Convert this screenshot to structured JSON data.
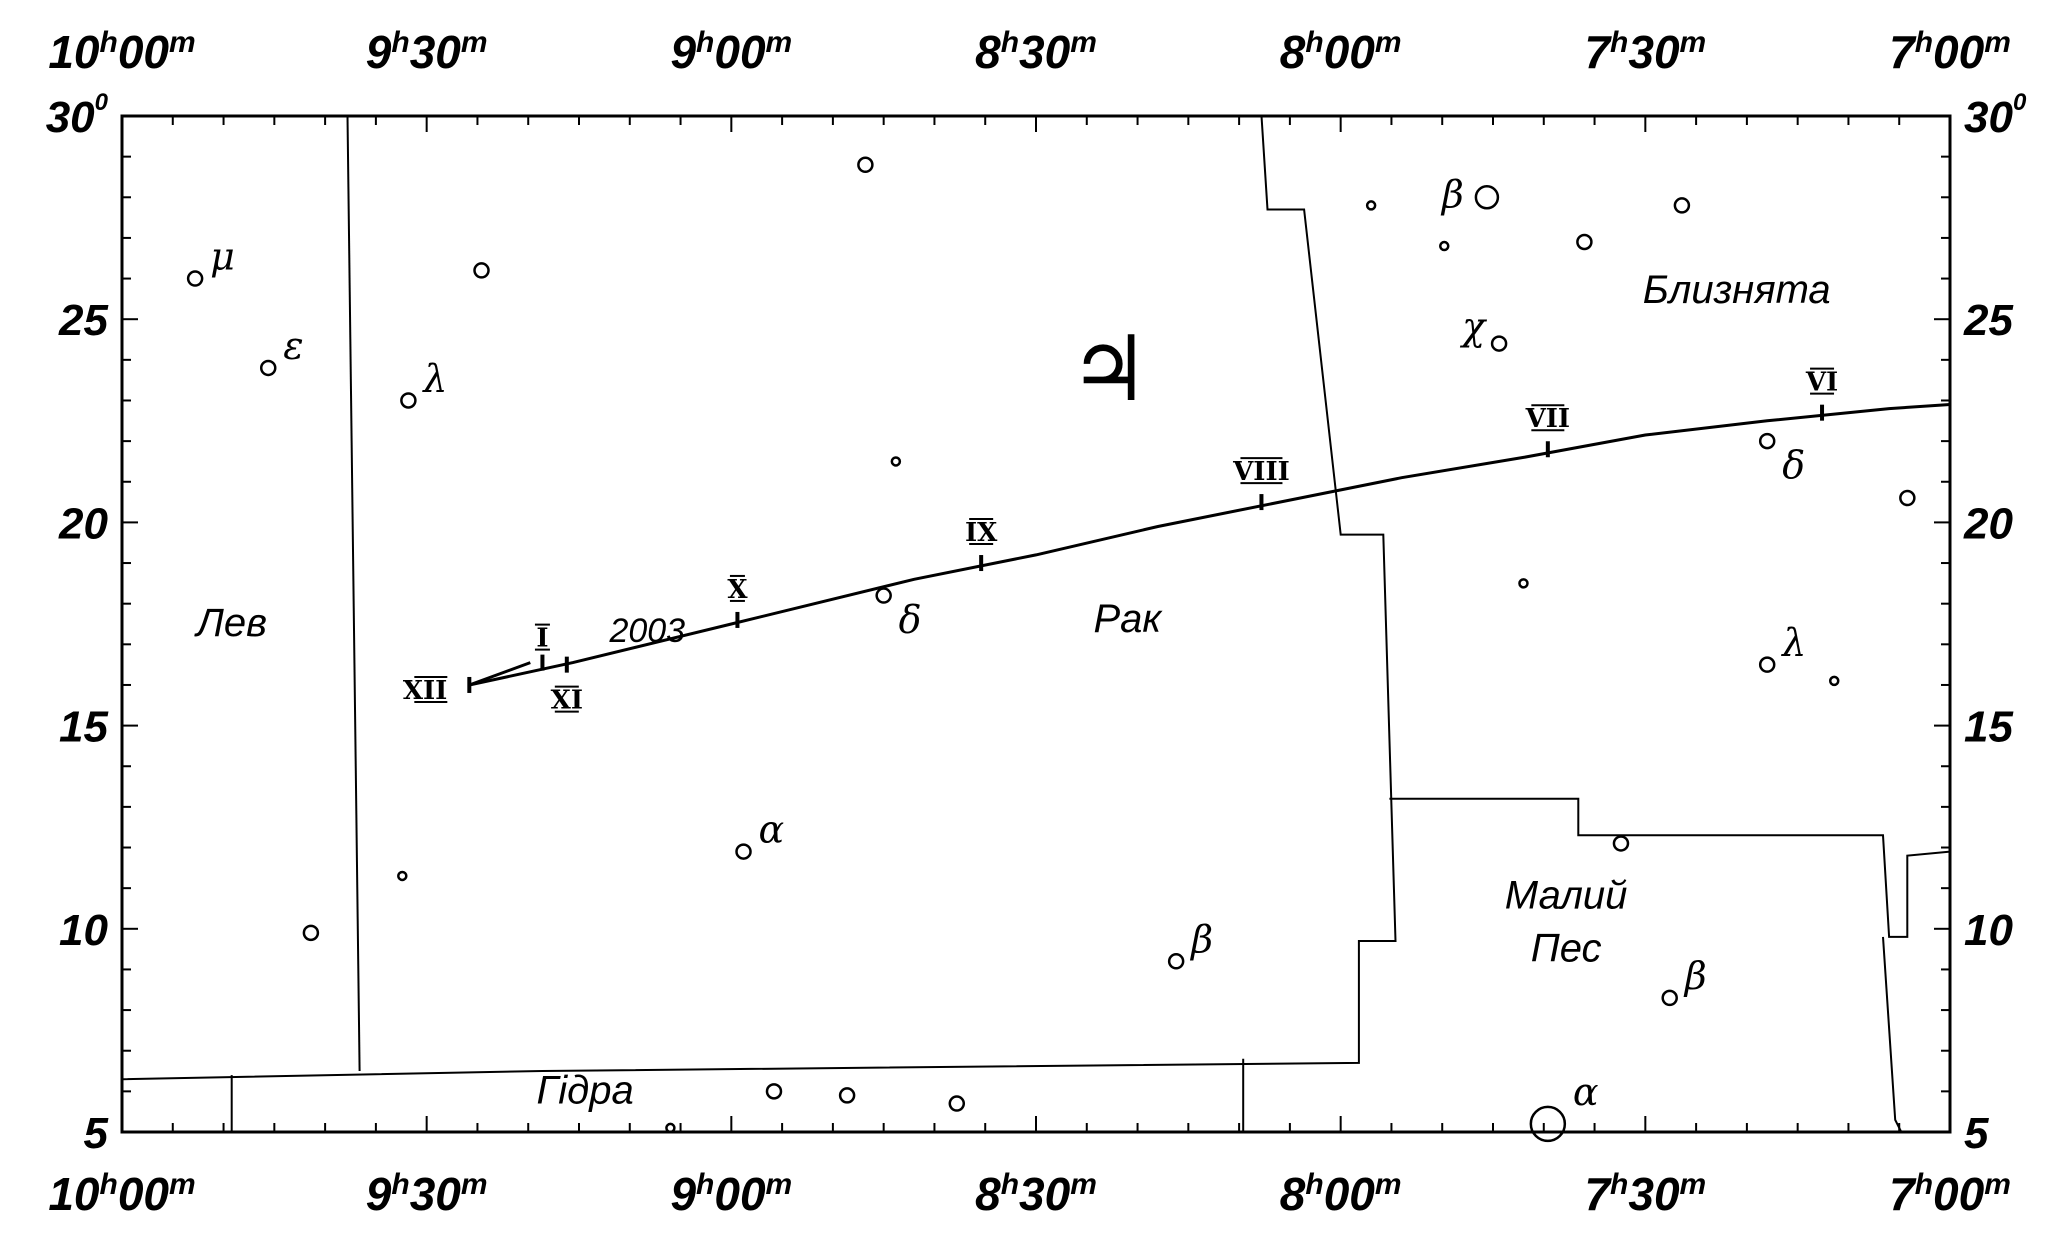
{
  "chart_data": {
    "type": "star-chart",
    "ra_labels": [
      {
        "ra": 10.0,
        "h": "10",
        "m": "00"
      },
      {
        "ra": 9.5,
        "h": "9",
        "m": "30"
      },
      {
        "ra": 9.0,
        "h": "9",
        "m": "00"
      },
      {
        "ra": 8.5,
        "h": "8",
        "m": "30"
      },
      {
        "ra": 8.0,
        "h": "8",
        "m": "00"
      },
      {
        "ra": 7.5,
        "h": "7",
        "m": "30"
      },
      {
        "ra": 7.0,
        "h": "7",
        "m": "00"
      }
    ],
    "dec_labels": [
      {
        "dec": 30,
        "text": "30",
        "degree": true
      },
      {
        "dec": 25,
        "text": "25"
      },
      {
        "dec": 20,
        "text": "20"
      },
      {
        "dec": 15,
        "text": "15"
      },
      {
        "dec": 10,
        "text": "10"
      },
      {
        "dec": 5,
        "text": "5"
      }
    ],
    "ra_range": [
      10.0,
      7.0
    ],
    "dec_range": [
      5,
      30
    ],
    "constellations": [
      {
        "name": "Лев",
        "ra": 9.82,
        "dec": 17.2
      },
      {
        "name": "Рак",
        "ra": 8.35,
        "dec": 17.3
      },
      {
        "name": "Близнята",
        "ra": 7.35,
        "dec": 25.4
      },
      {
        "name": "Малий",
        "ra": 7.63,
        "dec": 10.5
      },
      {
        "name": "Пес",
        "ra": 7.63,
        "dec": 9.2
      },
      {
        "name": "Гідра",
        "ra": 9.24,
        "dec": 5.7
      }
    ],
    "stars": [
      {
        "ra": 9.88,
        "dec": 26.0,
        "size": 2,
        "label": "μ"
      },
      {
        "ra": 9.76,
        "dec": 23.8,
        "size": 2,
        "label": "ε"
      },
      {
        "ra": 9.53,
        "dec": 23.0,
        "size": 2,
        "label": "λ"
      },
      {
        "ra": 9.41,
        "dec": 26.2,
        "size": 2
      },
      {
        "ra": 9.69,
        "dec": 9.9,
        "size": 2
      },
      {
        "ra": 9.54,
        "dec": 11.3,
        "size": 1
      },
      {
        "ra": 8.78,
        "dec": 28.8,
        "size": 2
      },
      {
        "ra": 8.73,
        "dec": 21.5,
        "size": 1
      },
      {
        "ra": 8.75,
        "dec": 18.2,
        "size": 2,
        "label": "δ"
      },
      {
        "ra": 8.98,
        "dec": 11.9,
        "size": 2,
        "label": "α"
      },
      {
        "ra": 8.27,
        "dec": 9.2,
        "size": 2,
        "label": "β"
      },
      {
        "ra": 8.93,
        "dec": 6.0,
        "size": 2
      },
      {
        "ra": 8.81,
        "dec": 5.9,
        "size": 2
      },
      {
        "ra": 8.63,
        "dec": 5.7,
        "size": 2
      },
      {
        "ra": 9.1,
        "dec": 5.1,
        "size": 1
      },
      {
        "ra": 7.95,
        "dec": 27.8,
        "size": 1
      },
      {
        "ra": 7.83,
        "dec": 26.8,
        "size": 1
      },
      {
        "ra": 7.76,
        "dec": 28.0,
        "size": 4,
        "label": "β"
      },
      {
        "ra": 7.6,
        "dec": 26.9,
        "size": 2
      },
      {
        "ra": 7.44,
        "dec": 27.8,
        "size": 2
      },
      {
        "ra": 7.74,
        "dec": 24.4,
        "size": 2,
        "label": "χ"
      },
      {
        "ra": 7.7,
        "dec": 18.5,
        "size": 1
      },
      {
        "ra": 7.3,
        "dec": 22.0,
        "size": 2,
        "label": "δ"
      },
      {
        "ra": 7.07,
        "dec": 20.6,
        "size": 2
      },
      {
        "ra": 7.3,
        "dec": 16.5,
        "size": 2,
        "label": "λ"
      },
      {
        "ra": 7.19,
        "dec": 16.1,
        "size": 1
      },
      {
        "ra": 7.54,
        "dec": 12.1,
        "size": 2
      },
      {
        "ra": 7.46,
        "dec": 8.3,
        "size": 2,
        "label": "β"
      },
      {
        "ra": 7.66,
        "dec": 5.2,
        "size": 6,
        "label": "α"
      }
    ],
    "planet": {
      "symbol": "♃",
      "ra": 8.38,
      "dec": 23.5
    },
    "path": [
      {
        "ra": 9.43,
        "dec": 16.0
      },
      {
        "ra": 9.26,
        "dec": 16.55
      },
      {
        "ra": 9.0,
        "dec": 17.5
      },
      {
        "ra": 8.7,
        "dec": 18.6
      },
      {
        "ra": 8.5,
        "dec": 19.2
      },
      {
        "ra": 8.3,
        "dec": 19.9
      },
      {
        "ra": 8.1,
        "dec": 20.5
      },
      {
        "ra": 7.9,
        "dec": 21.1
      },
      {
        "ra": 7.7,
        "dec": 21.6
      },
      {
        "ra": 7.5,
        "dec": 22.15
      },
      {
        "ra": 7.3,
        "dec": 22.5
      },
      {
        "ra": 7.1,
        "dec": 22.8
      },
      {
        "ra": 7.0,
        "dec": 22.9
      }
    ],
    "path_start_loop": [
      {
        "ra": 9.43,
        "dec": 16.0
      },
      {
        "ra": 9.33,
        "dec": 16.55
      }
    ],
    "path_marks": [
      {
        "ra": 7.21,
        "dec": 22.7,
        "label": "VI"
      },
      {
        "ra": 7.66,
        "dec": 21.8,
        "label": "VII"
      },
      {
        "ra": 8.13,
        "dec": 20.5,
        "label": "VIII"
      },
      {
        "ra": 8.59,
        "dec": 19.0,
        "label": "IX"
      },
      {
        "ra": 8.99,
        "dec": 17.6,
        "label": "X"
      },
      {
        "ra": 9.27,
        "dec": 16.5,
        "label": "XI",
        "below": true
      },
      {
        "ra": 9.43,
        "dec": 16.0,
        "label": "XII",
        "left": true
      },
      {
        "ra": 9.31,
        "dec": 16.55,
        "label": "I",
        "above": true
      }
    ],
    "year_label": {
      "text": "2003",
      "ra": 9.2,
      "dec": 17.3
    },
    "boundaries": [
      [
        {
          "ra": 9.63,
          "dec": 30
        },
        {
          "ra": 9.61,
          "dec": 6.5
        }
      ],
      [
        {
          "ra": 8.13,
          "dec": 30
        },
        {
          "ra": 8.12,
          "dec": 27.7
        },
        {
          "ra": 8.06,
          "dec": 27.7
        },
        {
          "ra": 8.0,
          "dec": 19.7
        },
        {
          "ra": 7.93,
          "dec": 19.7
        },
        {
          "ra": 7.91,
          "dec": 9.7
        },
        {
          "ra": 7.97,
          "dec": 9.7
        },
        {
          "ra": 7.97,
          "dec": 6.7
        },
        {
          "ra": 9.31,
          "dec": 6.5
        },
        {
          "ra": 10.0,
          "dec": 6.3
        }
      ],
      [
        {
          "ra": 7.92,
          "dec": 13.2
        },
        {
          "ra": 7.61,
          "dec": 13.2
        },
        {
          "ra": 7.61,
          "dec": 12.3
        },
        {
          "ra": 7.11,
          "dec": 12.3
        },
        {
          "ra": 7.1,
          "dec": 9.8
        },
        {
          "ra": 7.07,
          "dec": 9.8
        },
        {
          "ra": 7.07,
          "dec": 11.8
        },
        {
          "ra": 7.0,
          "dec": 11.9
        }
      ],
      [
        {
          "ra": 9.82,
          "dec": 6.4
        },
        {
          "ra": 9.82,
          "dec": 5.0
        }
      ],
      [
        {
          "ra": 8.16,
          "dec": 6.8
        },
        {
          "ra": 8.16,
          "dec": 5.0
        }
      ],
      [
        {
          "ra": 7.11,
          "dec": 9.8
        },
        {
          "ra": 7.09,
          "dec": 5.3
        },
        {
          "ra": 7.08,
          "dec": 5.0
        }
      ]
    ]
  }
}
